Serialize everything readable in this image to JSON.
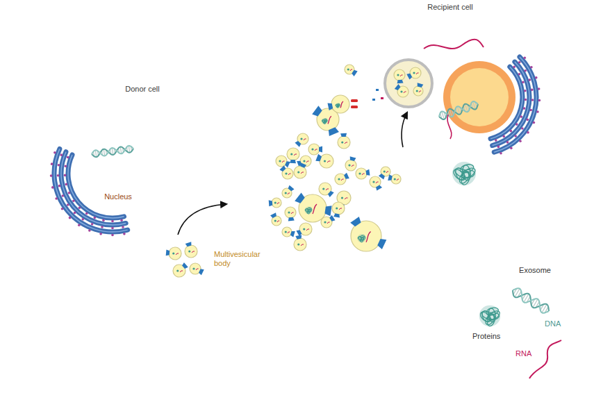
{
  "diagram": {
    "nodes": [
      {
        "text": [
          "Recipient cell"
        ]
      },
      {
        "text": [
          "Donor cell"
        ]
      },
      {
        "text": [
          "Nucleus"
        ],
        "in": 1
      },
      {
        "text": [
          "Multivesicular body"
        ],
        "in": 1
      },
      {
        "text": [
          "Exosome",
          "DNA",
          "Proteins",
          "RNA"
        ]
      }
    ]
  }
}
